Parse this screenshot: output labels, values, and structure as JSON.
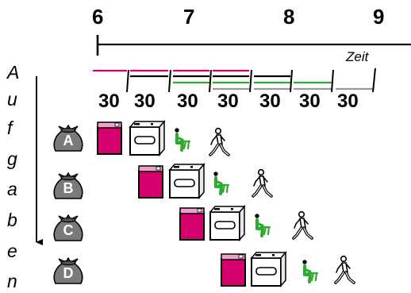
{
  "time_axis": {
    "hours": [
      "6",
      "7",
      "8",
      "9"
    ],
    "unit_label": "Zeit",
    "durations": [
      "30",
      "30",
      "30",
      "30",
      "30",
      "30",
      "30"
    ]
  },
  "side_label": "Aufgaben",
  "side_letters": [
    "A",
    "u",
    "f",
    "g",
    "a",
    "b",
    "e",
    "n"
  ],
  "loads": [
    {
      "label": "A",
      "slot": 0
    },
    {
      "label": "B",
      "slot": 1
    },
    {
      "label": "C",
      "slot": 2
    },
    {
      "label": "D",
      "slot": 3
    }
  ],
  "colors": {
    "washer": "#d4006e",
    "dryer": "#ffffff",
    "folder": "#2eaa2e",
    "dryer_line": "#000000",
    "storer_line": "#999999",
    "bag": "#7a7a7a"
  },
  "icons": [
    "washer-icon",
    "dryer-icon",
    "folding-person-icon",
    "walking-person-icon",
    "laundry-bag-icon"
  ]
}
